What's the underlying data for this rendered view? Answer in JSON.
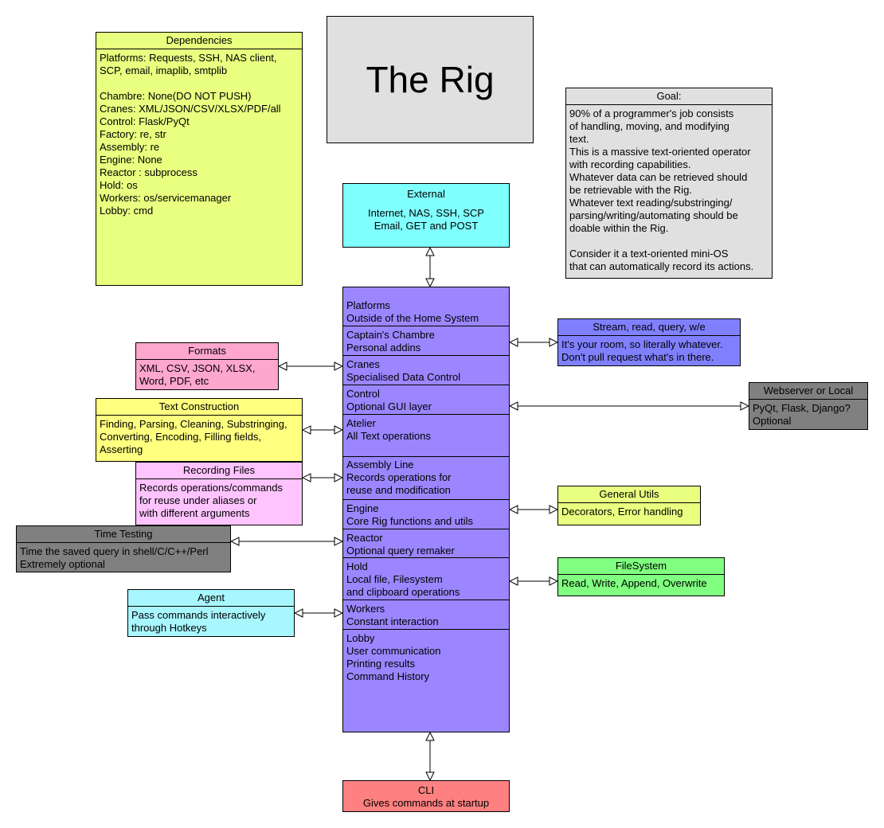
{
  "title": "The Rig",
  "dependencies": {
    "header": "Dependencies",
    "body": "Platforms: Requests, SSH, NAS client,\nSCP, email, imaplib, smtplib\n\nChambre: None(DO NOT PUSH)\nCranes: XML/JSON/CSV/XLSX/PDF/all\nControl: Flask/PyQt\nFactory: re, str\nAssembly: re\nEngine: None\nReactor : subprocess\nHold: os\nWorkers: os/servicemanager\nLobby: cmd"
  },
  "goal": {
    "header": "Goal:",
    "body": "90% of a programmer's job consists\nof handling, moving, and modifying\ntext.\nThis is a massive text-oriented operator\nwith recording capabilities.\nWhatever data can be retrieved should\nbe retrievable with the Rig.\nWhatever text reading/substringing/\nparsing/writing/automating should be\ndoable within the Rig.\n\nConsider it a text-oriented mini-OS\nthat can automatically record its actions."
  },
  "external": {
    "header": "External",
    "body": "Internet, NAS, SSH, SCP\nEmail, GET and POST"
  },
  "cli": {
    "title": "CLI",
    "body": "Gives commands at startup"
  },
  "core_sections": [
    {
      "text": "Platforms\nOutside of the Home System"
    },
    {
      "text": "Captain's Chambre\nPersonal addins"
    },
    {
      "text": "Cranes\nSpecialised Data Control"
    },
    {
      "text": "Control\nOptional GUI layer"
    },
    {
      "text": "Atelier\nAll Text operations"
    },
    {
      "text": "Assembly Line\nRecords operations for\nreuse and modification"
    },
    {
      "text": "Engine\nCore Rig functions and utils"
    },
    {
      "text": "Reactor\nOptional query remaker"
    },
    {
      "text": "Hold\nLocal file, Filesystem\nand clipboard operations"
    },
    {
      "text": "Workers\nConstant interaction"
    },
    {
      "text": "Lobby\nUser communication\nPrinting results\nCommand History"
    }
  ],
  "side_boxes": {
    "formats": {
      "header": "Formats",
      "body": "XML, CSV, JSON, XLSX,\nWord, PDF, etc"
    },
    "text_construction": {
      "header": "Text Construction",
      "body": "Finding, Parsing, Cleaning, Substringing,\nConverting, Encoding, Filling fields,\nAsserting"
    },
    "recording_files": {
      "header": "Recording Files",
      "body": "Records operations/commands\nfor reuse under aliases or\nwith different arguments"
    },
    "time_testing": {
      "header": "Time Testing",
      "body": "Time the saved query in shell/C/C++/Perl\nExtremely optional"
    },
    "agent": {
      "header": "Agent",
      "body": "Pass commands interactively\nthrough Hotkeys"
    },
    "stream": {
      "header": "Stream, read, query, w/e",
      "body": "It's your room, so literally whatever.\nDon't pull request what's in there."
    },
    "webserver": {
      "header": "Webserver or Local",
      "body": "PyQt, Flask, Django?\nOptional"
    },
    "general_utils": {
      "header": "General Utils",
      "body": "Decorators, Error handling"
    },
    "filesystem": {
      "header": "FileSystem",
      "body": "Read, Write, Append, Overwrite"
    }
  },
  "colors": {
    "dependencies": "#e9ff80",
    "title": "#e0e0e0",
    "goal": "#e0e0e0",
    "external": "#80ffff",
    "core": "#9b86ff",
    "stream": "#8080ff",
    "formats": "#ffa6cf",
    "text_construction": "#ffff80",
    "recording_files": "#ffc4ff",
    "time_testing": "#808080",
    "agent": "#a8f7ff",
    "webserver": "#808080",
    "general_utils": "#e9ff80",
    "filesystem": "#80ff80",
    "cli": "#ff8080"
  }
}
